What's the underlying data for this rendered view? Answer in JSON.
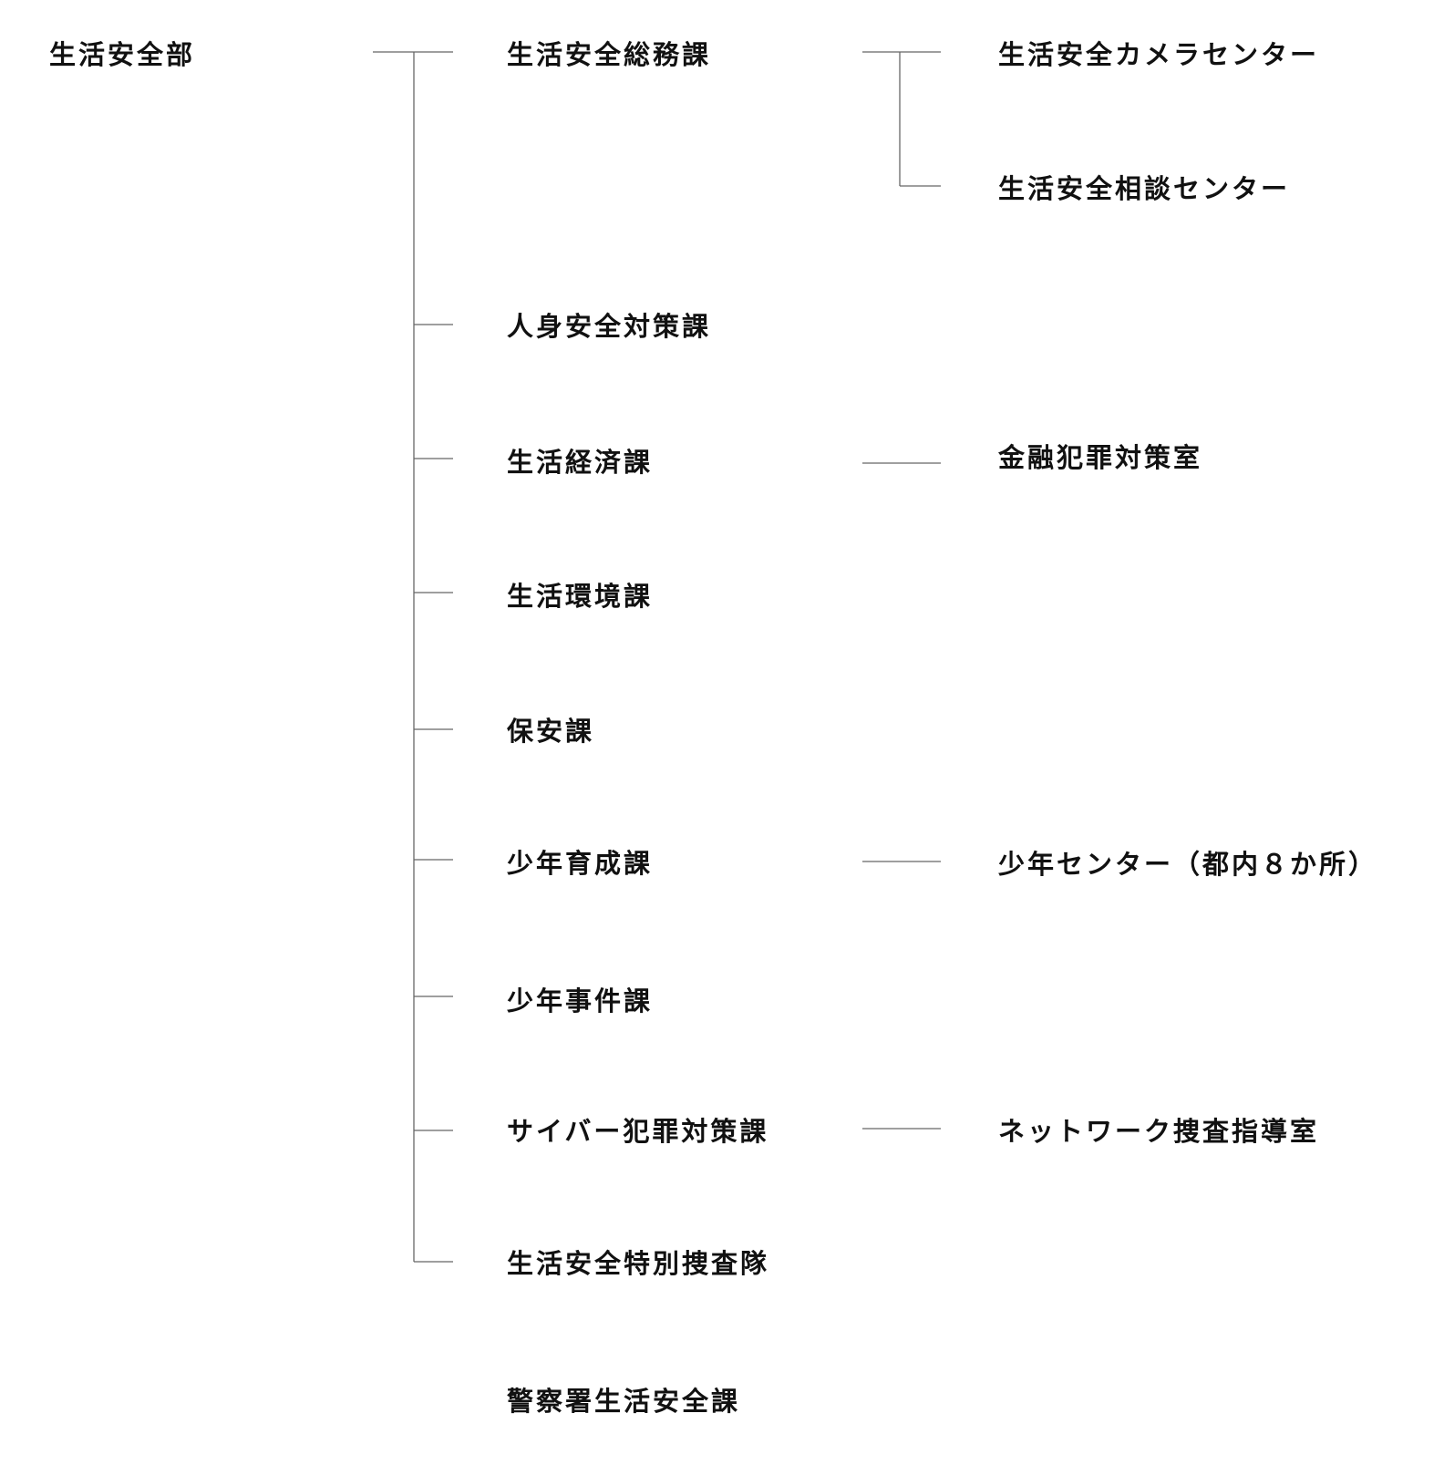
{
  "root": {
    "label": "生活安全部",
    "children": [
      {
        "label": "生活安全総務課",
        "children": [
          {
            "label": "生活安全カメラセンター"
          },
          {
            "label": "生活安全相談センター"
          }
        ]
      },
      {
        "label": "人身安全対策課"
      },
      {
        "label": "生活経済課",
        "children": [
          {
            "label": "金融犯罪対策室"
          }
        ]
      },
      {
        "label": "生活環境課"
      },
      {
        "label": "保安課"
      },
      {
        "label": "少年育成課",
        "children": [
          {
            "label": "少年センター（都内８か所）"
          }
        ]
      },
      {
        "label": "少年事件課"
      },
      {
        "label": "サイバー犯罪対策課",
        "children": [
          {
            "label": "ネットワーク捜査指導室"
          }
        ]
      },
      {
        "label": "生活安全特別捜査隊"
      }
    ]
  },
  "footer_unit": {
    "label": "警察署生活安全課"
  }
}
